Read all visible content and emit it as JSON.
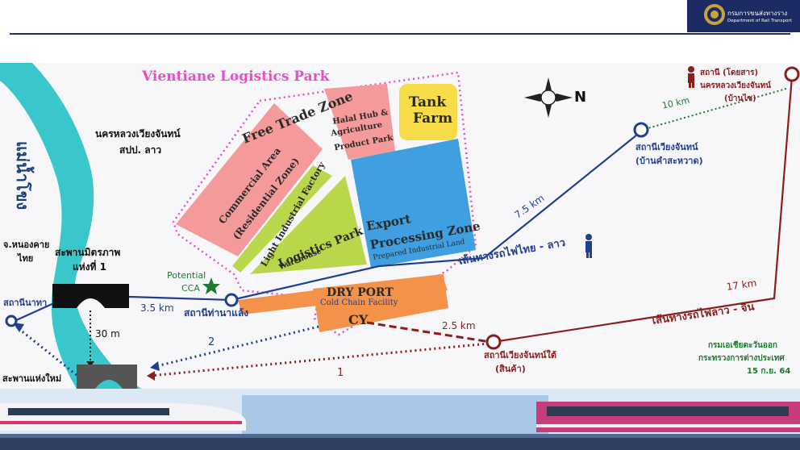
{
  "header": {
    "org_th": "กรมการขนส่งทางราง",
    "org_en": "Department of Rail Transport"
  },
  "map": {
    "title": "Vientiane Logistics Park",
    "river": "แม่น้ำโขง",
    "vientiane_label_1": "นครหลวงเวียงจันทน์",
    "vientiane_label_2": "สปป. ลาว",
    "nongkhai_1": "จ.หนองคาย",
    "nongkhai_2": "ไทย",
    "bridge_1_line1": "สะพานมิตรภาพ",
    "bridge_1_line2": "แห่งที่ 1",
    "new_bridge": "สะพานแห่งใหม่",
    "naTha_station": "สถานีนาทา",
    "distance_30m": "30 m",
    "distance_3_5km": "3.5 km",
    "thanaleng_station": "สถานีท่านาแล้ง",
    "potential_cca_1": "Potential",
    "potential_cca_2": "CCA",
    "zones": {
      "free_trade": "Free Trade Zone",
      "commercial_1": "Commercial Area",
      "commercial_2": "(Residential Zone)",
      "halal_1": "Halal Hub &",
      "halal_2": "Agriculture",
      "halal_3": "Product Park",
      "tank_1": "Tank",
      "tank_2": "Farm",
      "light_industrial": "Light Industrial Factory",
      "logistics_park": "Logistics Park",
      "warehouse": "Warehouse",
      "export_1": "Export",
      "export_2": "Processing Zone",
      "prepared": "Prepared Industrial Land",
      "dry_port": "DRY PORT",
      "cold_chain": "Cold Chain Facility",
      "cy": "CY"
    },
    "thai_lao_line": "เส้นทางรถไฟไทย - ลาว",
    "distance_7_5km": "7.5 km",
    "vientiane_station_1": "สถานีเวียงจันทน์",
    "vientiane_station_2": "(บ้านคำสะหวาด)",
    "distance_10km": "10 km",
    "passenger_station_1": "สถานี (โดยสาร)",
    "passenger_station_2": "นครหลวงเวียงจันทน์",
    "passenger_station_3": "(บ้านไซ)",
    "distance_17km": "17 km",
    "lao_china_line": "เส้นทางรถไฟลาว - จีน",
    "distance_2_5km": "2.5 km",
    "south_station_1": "สถานีเวียงจันทน์ใต้",
    "south_station_2": "(สินค้า)",
    "route_1": "1",
    "route_2": "2",
    "compass_n": "N",
    "source_1": "กรมเอเชียตะวันออก",
    "source_2": "กระทรวงการต่างประเทศ",
    "source_3": "15 ก.ย. 64"
  },
  "colors": {
    "river": "#3ac7cc",
    "blue_line": "#1f3f8f",
    "red_line": "#8c1d1d",
    "commercial": "#f59a9a",
    "halal": "#f59a9a",
    "tank": "#f7dc4a",
    "light_industrial": "#b9d74a",
    "logistics": "#b9d74a",
    "export": "#3f9fe0",
    "dry_port": "#f5924a",
    "title_pink": "#e84fc7"
  }
}
